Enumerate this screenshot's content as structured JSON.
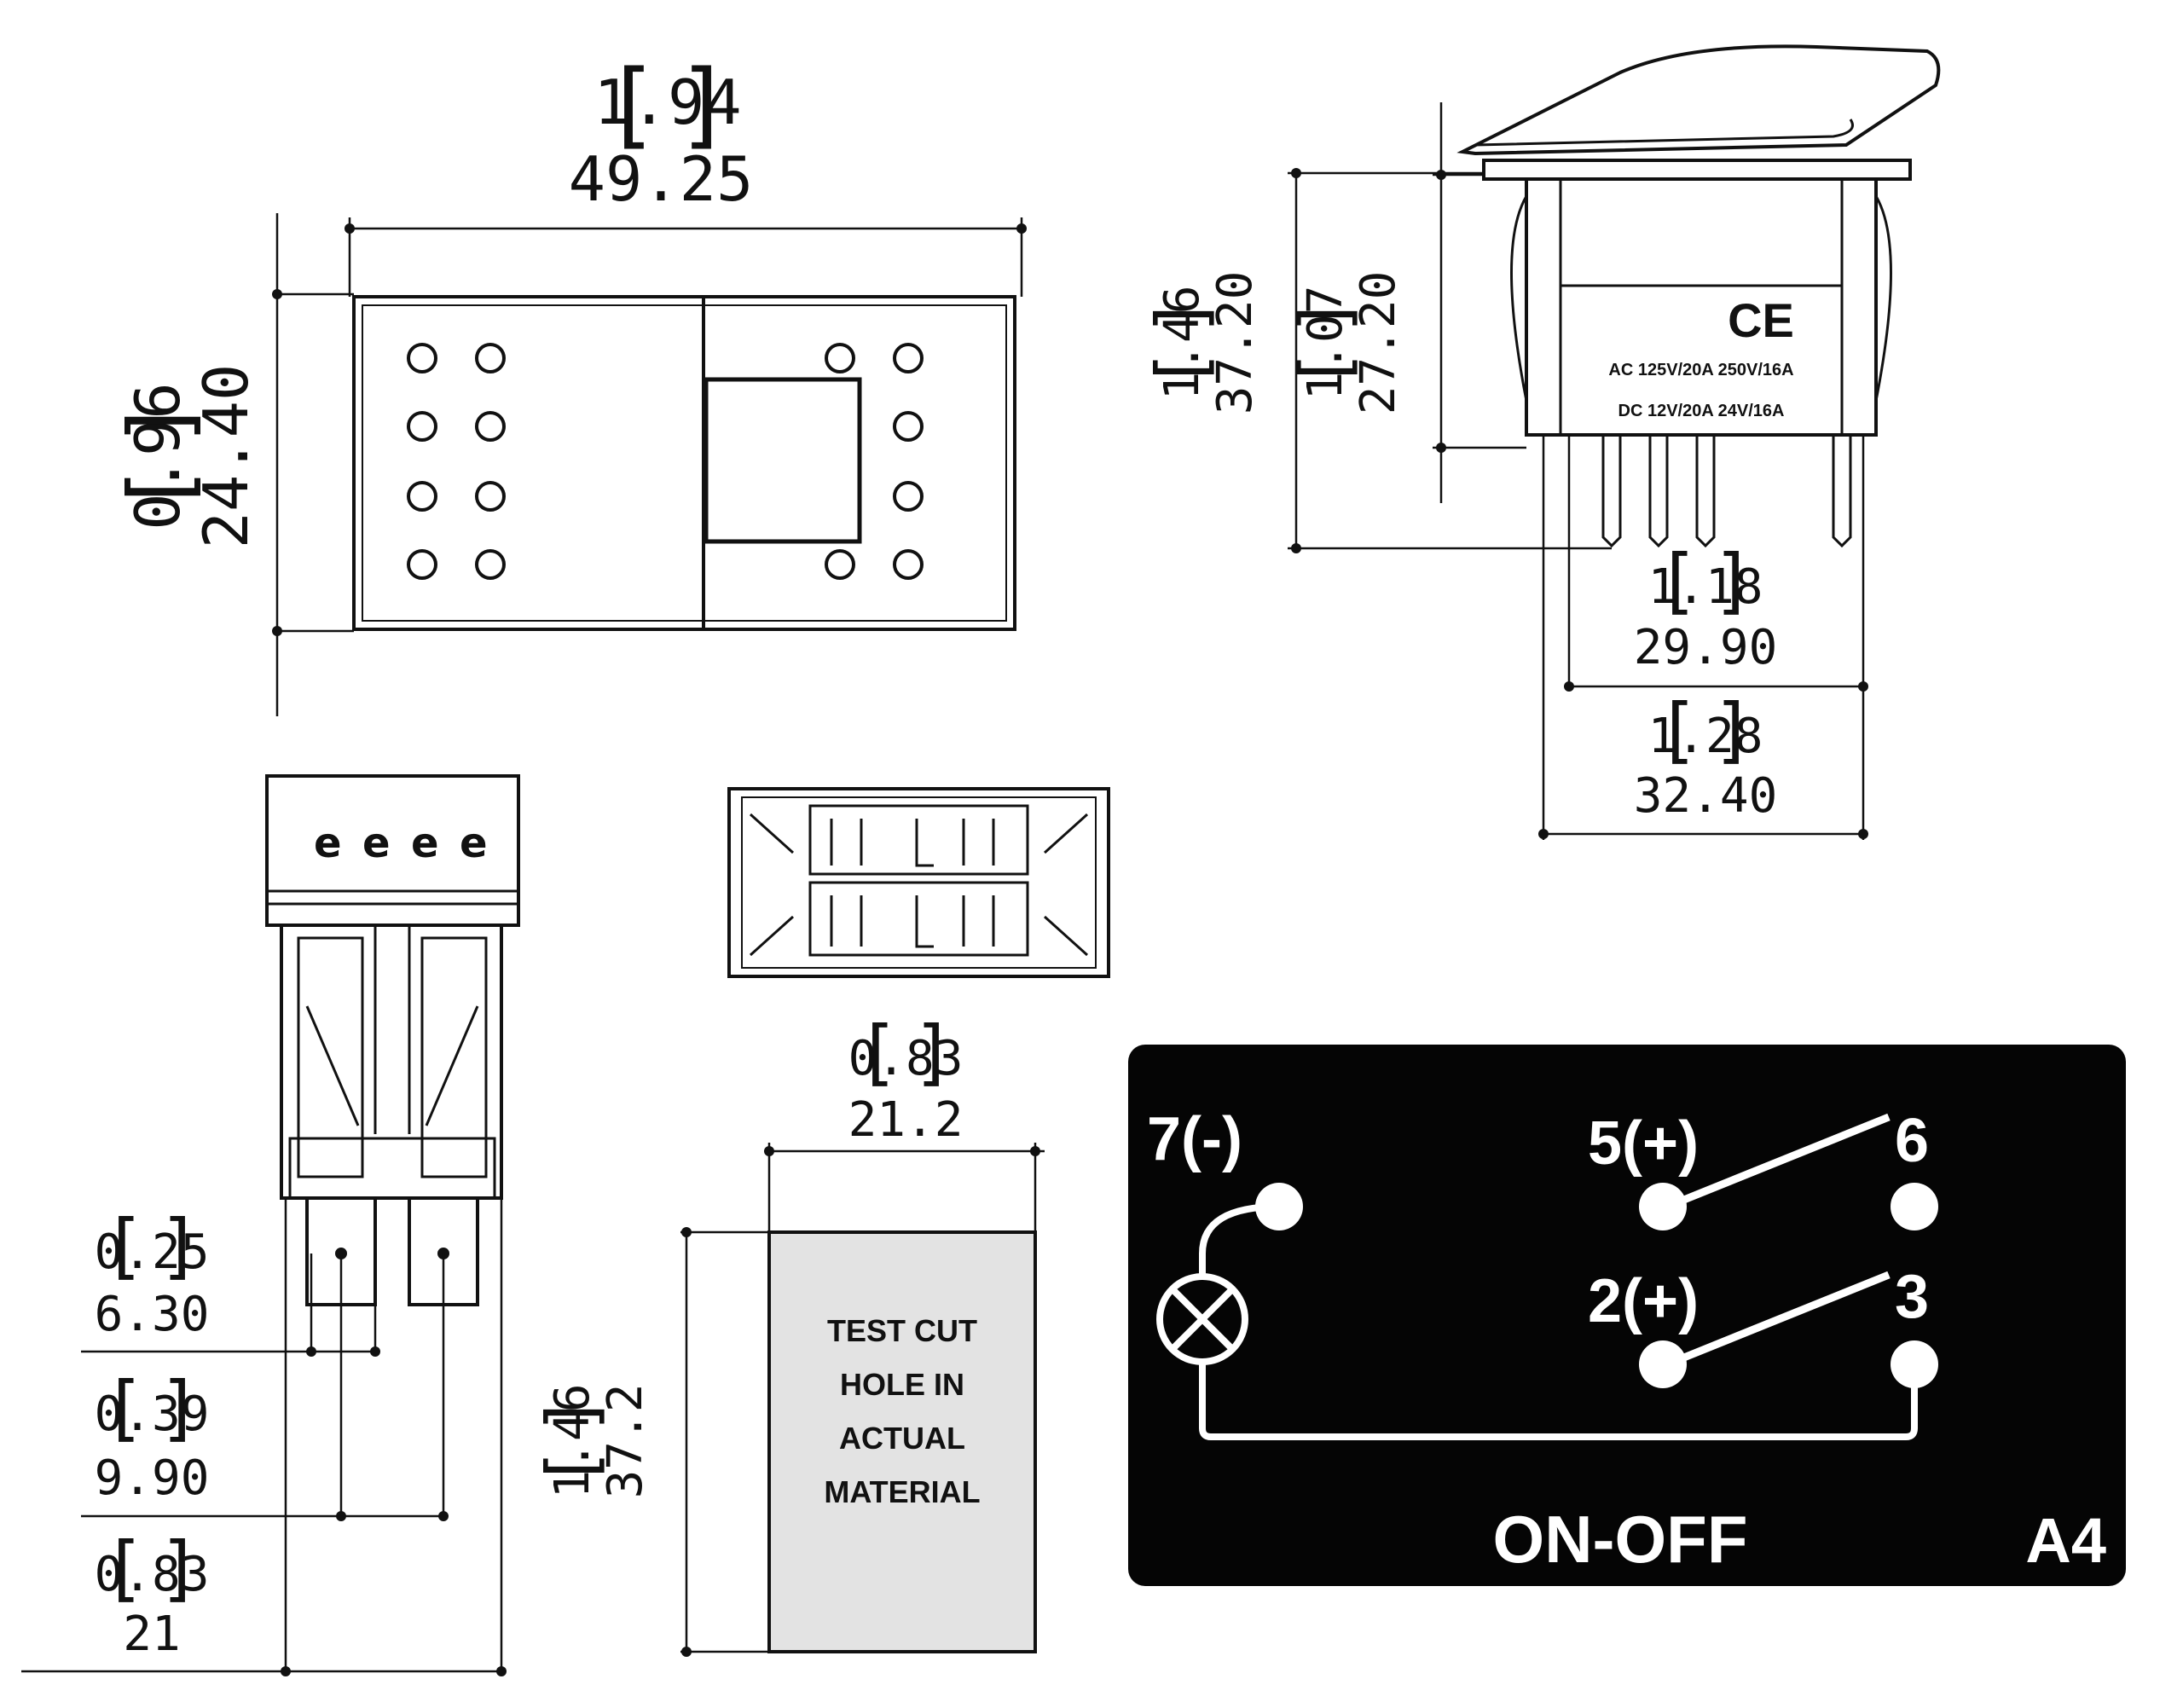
{
  "top_view": {
    "width_in": "1.94",
    "width_mm": "49.25",
    "height_in": "0.96",
    "height_mm": "24.40"
  },
  "side_view": {
    "total_height_in": "1.46",
    "total_height_mm": "37.20",
    "body_height_in": "1.07",
    "body_height_mm": "27.20",
    "inner_width_in": "1.18",
    "inner_width_mm": "29.90",
    "outer_width_in": "1.28",
    "outer_width_mm": "32.40",
    "ce_mark": "CE",
    "rating_line_1": "AC 125V/20A 250V/16A",
    "rating_line_2": "DC 12V/20A 24V/16A"
  },
  "end_view": {
    "dim1_in": "0.25",
    "dim1_mm": "6.30",
    "dim2_in": "0.39",
    "dim2_mm": "9.90",
    "dim3_in": "0.83",
    "dim3_mm": "21"
  },
  "cutout": {
    "width_in": "0.83",
    "width_mm": "21.2",
    "height_in": "1.46",
    "height_mm": "37.2",
    "label_lines": [
      "TEST CUT",
      "HOLE IN",
      "ACTUAL",
      "MATERIAL"
    ]
  },
  "wiring_panel": {
    "terminal_lamp": "7(-)",
    "terminal_top_common": "5(+)",
    "terminal_top_out": "6",
    "terminal_bottom_common": "2(+)",
    "terminal_bottom_out": "3",
    "mode": "ON-OFF",
    "code": "A4",
    "lamp_icon": "lamp-icon"
  }
}
